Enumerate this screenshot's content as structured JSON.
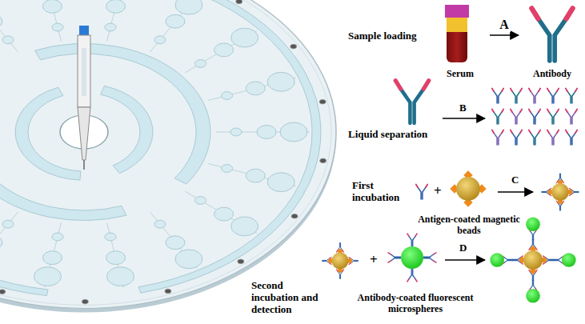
{
  "diagram": {
    "nodes": [
      {
        "text": [
          "Serum"
        ]
      },
      {
        "text": [
          "Antibody"
        ]
      },
      {
        "text": [
          "Antigen-coated magnetic beads"
        ]
      },
      {
        "text": [
          "Antibody-coated fluorescent microspheres"
        ]
      }
    ],
    "edges": [
      {
        "from": 0,
        "to": 1,
        "label": "A",
        "arrow": "to"
      }
    ],
    "labels": [
      "Sample loading",
      "Liquid separation",
      "B",
      "First incubation",
      "+",
      "C",
      "Second incubation and detection",
      "+",
      "D"
    ]
  }
}
